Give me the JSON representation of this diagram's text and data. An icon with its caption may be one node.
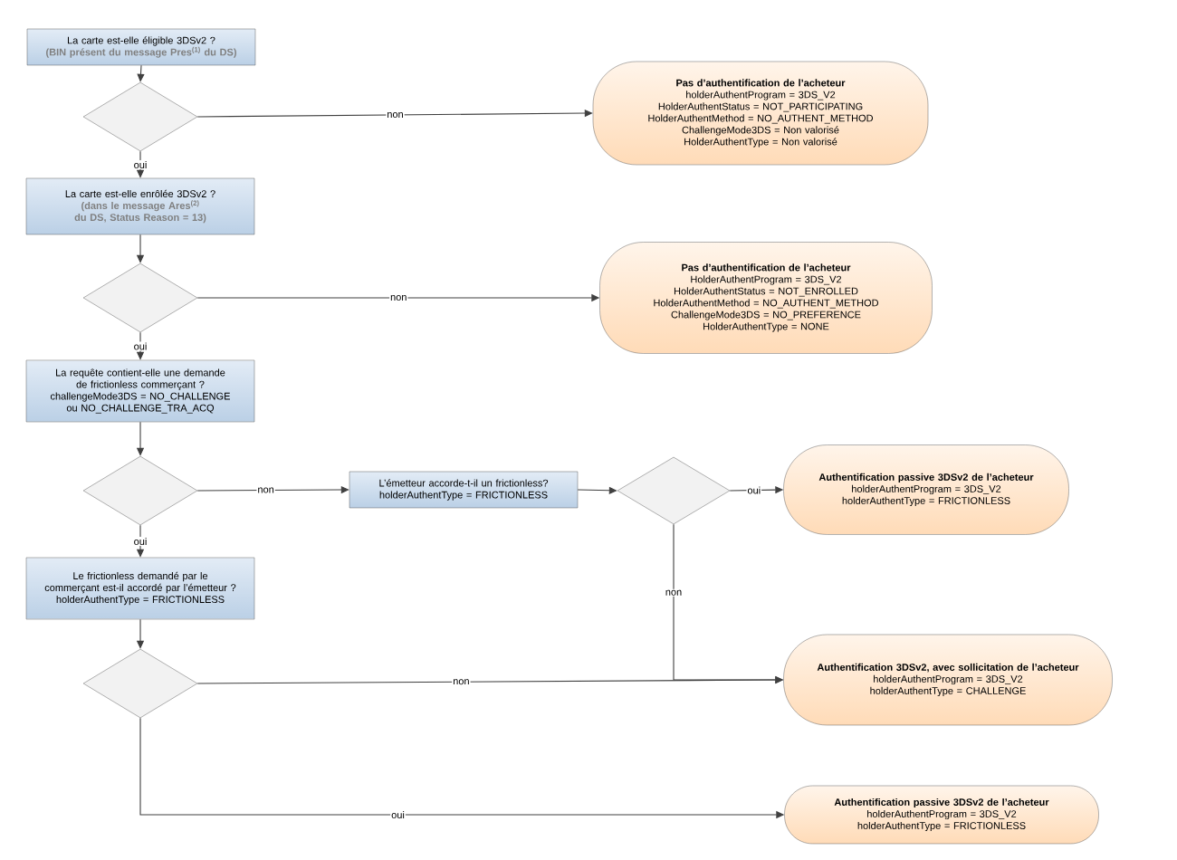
{
  "diagram": {
    "nodes": [
      {
        "text": [
          "La carte est-elle éligible 3DSv2 ?",
          "(BIN présent du message Pres$^{(1)}$ du DS)"
        ]
      },
      {
        "text": [],
        "shape": "diamond"
      },
      {
        "text": [
          "Pas d’authentification de l’acheteur",
          "holderAuthentProgram = 3DS_V2",
          "HolderAuthentStatus = NOT_PARTICIPATING",
          "HolderAuthentMethod = NO_AUTHENT_METHOD",
          "ChallengeMode3DS = Non valorisé",
          "HolderAuthentType = Non valorisé"
        ]
      },
      {
        "text": [
          "La carte est-elle enrôlée 3DSv2 ?",
          "(dans le message Ares$^{(2)}$ du DS, Status Reason = 13)"
        ]
      },
      {
        "text": [],
        "shape": "diamond"
      },
      {
        "text": [
          "Pas d’authentification de l’acheteur",
          "HolderAuthentProgram = 3DS_V2",
          "HolderAuthentStatus = NOT_ENROLLED",
          "HolderAuthentMethod = NO_AUTHENT_METHOD",
          "ChallengeMode3DS = NO_PREFERENCE",
          "HolderAuthentType = NONE"
        ]
      },
      {
        "text": [
          "La requête contient-elle une demande de frictionless commerçant ?",
          "challengeMode3DS = NO_CHALLENGE ou NO_CHALLENGE_TRA_ACQ"
        ]
      },
      {
        "text": [],
        "shape": "diamond"
      },
      {
        "text": [
          "L’émetteur accorde-t-il un frictionless?",
          "holderAuthentType = FRICTIONLESS"
        ]
      },
      {
        "text": [],
        "shape": "diamond"
      },
      {
        "text": [
          "Authentification passive 3DSv2 de l’acheteur",
          "holderAuthentProgram = 3DS_V2",
          "holderAuthentType = FRICTIONLESS"
        ]
      },
      {
        "text": [
          "Le frictionless demandé par le commerçant est-il accordé par l’émetteur ?",
          "holderAuthentType = FRICTIONLESS"
        ]
      },
      {
        "text": [],
        "shape": "diamond"
      },
      {
        "text": [
          "Authentification 3DSv2, avec sollicitation de l’acheteur",
          "holderAuthentProgram = 3DS_V2",
          "holderAuthentType = CHALLENGE"
        ]
      },
      {
        "text": [
          "Authentification passive 3DSv2 de l’acheteur",
          "holderAuthentProgram = 3DS_V2",
          "holderAuthentType = FRICTIONLESS"
        ]
      }
    ],
    "edges": [
      {
        "from": 0,
        "to": 1,
        "arrow": "to"
      },
      {
        "from": 1,
        "to": 2,
        "arrow": "to",
        "label": "non"
      },
      {
        "from": 1,
        "to": 3,
        "arrow": "to",
        "label": "oui"
      },
      {
        "from": 3,
        "to": 4,
        "arrow": "to"
      },
      {
        "from": 4,
        "to": 5,
        "arrow": "to",
        "label": "non"
      },
      {
        "from": 4,
        "to": 6,
        "arrow": "to",
        "label": "oui"
      },
      {
        "from": 6,
        "to": 7,
        "arrow": "to"
      },
      {
        "from": 7,
        "to": 8,
        "arrow": "to",
        "label": "non"
      },
      {
        "from": 7,
        "to": 11,
        "arrow": "to",
        "label": "oui"
      },
      {
        "from": 8,
        "to": 9,
        "arrow": "to"
      },
      {
        "from": 9,
        "to": 10,
        "arrow": "to",
        "label": "oui"
      },
      {
        "from": 9,
        "to": 13,
        "arrow": "to",
        "label": "non"
      },
      {
        "from": 11,
        "to": 12,
        "arrow": "to"
      },
      {
        "from": 12,
        "to": 13,
        "arrow": "to",
        "label": "non"
      },
      {
        "from": 12,
        "to": 14,
        "arrow": "to",
        "label": "oui"
      }
    ]
  }
}
